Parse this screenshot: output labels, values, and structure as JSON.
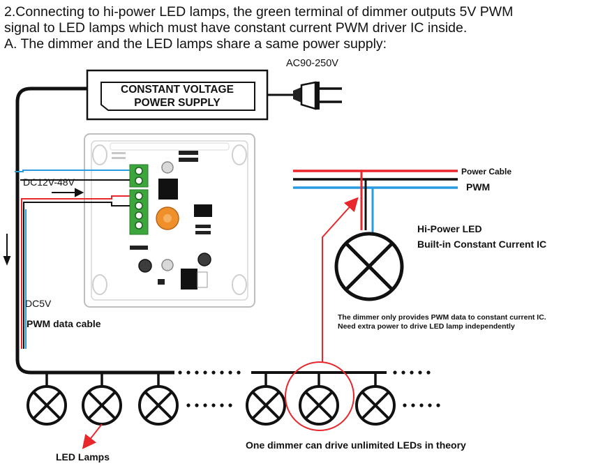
{
  "heading": {
    "line1": "2.Connecting to hi-power LED lamps, the green terminal of dimmer outputs 5V PWM",
    "line2": "signal to LED lamps which must have constant current PWM driver IC inside.",
    "line3": "A. The dimmer and the LED lamps share a same power supply:"
  },
  "labels": {
    "ac_input": "AC90-250V",
    "psu_line1": "CONSTANT VOLTAGE",
    "psu_line2": "POWER SUPPLY",
    "dc_in": "DC12V-48V",
    "dc_out": "DC5V",
    "pwm_cable": "PWM data cable",
    "power_cable": "Power Cable",
    "pwm": "PWM",
    "hipower_line1": "Hi-Power LED",
    "hipower_line2": "Built-in Constant Current IC",
    "note_line1": "The dimmer only provides PWM data to  constant current IC.",
    "note_line2": "Need extra power to drive LED lamp independently",
    "led_lamps": "LED Lamps",
    "unlimited": "One dimmer can drive unlimited LEDs in theory"
  },
  "colors": {
    "red": "#e8262c",
    "blue": "#2a9be0",
    "black": "#111111",
    "terminal_green": "#3ca53c",
    "knob_orange": "#f0902a",
    "panel": "#ffffff"
  },
  "icons": [
    "ac-plug-icon",
    "led-lamp-icon",
    "arrow-down-icon",
    "arrow-right-icon"
  ]
}
